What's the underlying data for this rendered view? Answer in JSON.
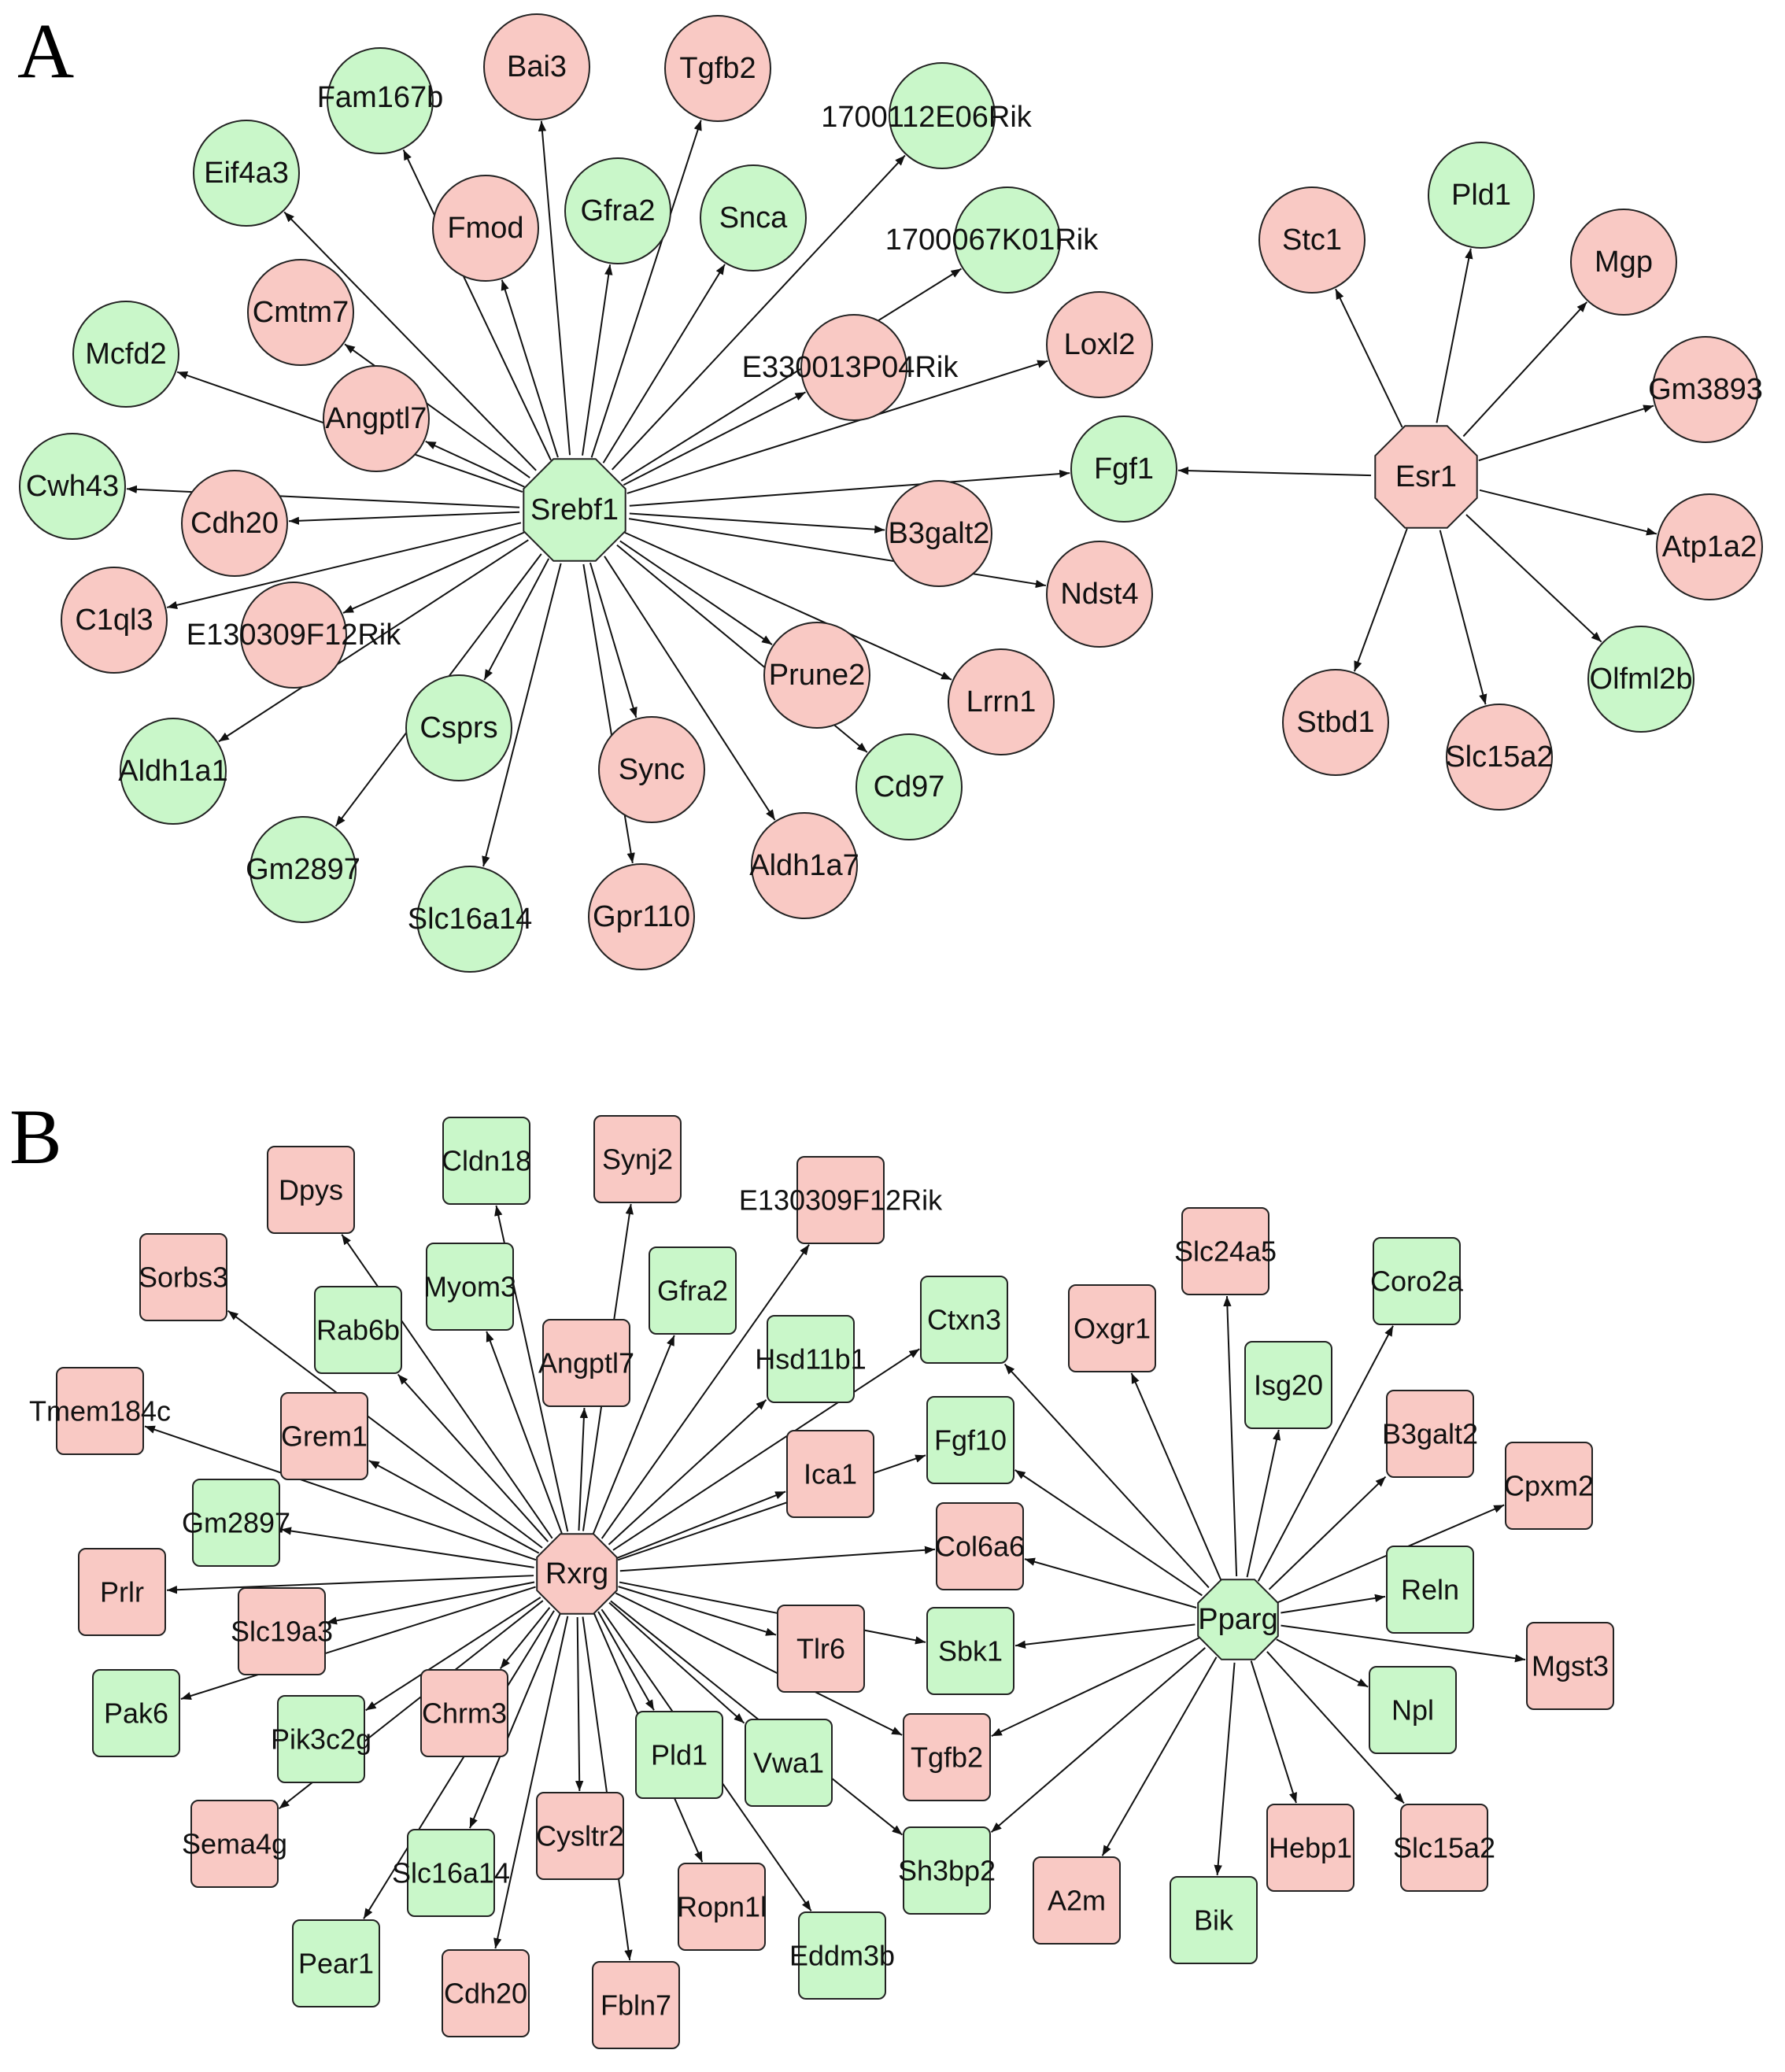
{
  "colors": {
    "up": "#f9c9c4",
    "down": "#c9f7c9",
    "node_stroke": "#222222",
    "edge": "#111111"
  },
  "panels": [
    {
      "label": "A",
      "node_shape": "circle",
      "hubs": [
        {
          "name": "Srebf1",
          "status": "down"
        },
        {
          "name": "Esr1",
          "status": "up"
        }
      ],
      "nodes": [
        {
          "name": "Fam167b",
          "status": "down"
        },
        {
          "name": "Bai3",
          "status": "up"
        },
        {
          "name": "Tgfb2",
          "status": "up"
        },
        {
          "name": "1700112E06Rik",
          "status": "down"
        },
        {
          "name": "Eif4a3",
          "status": "down"
        },
        {
          "name": "Fmod",
          "status": "up"
        },
        {
          "name": "Gfra2",
          "status": "down"
        },
        {
          "name": "Snca",
          "status": "down"
        },
        {
          "name": "1700067K01Rik",
          "status": "down"
        },
        {
          "name": "Cmtm7",
          "status": "up"
        },
        {
          "name": "Mcfd2",
          "status": "down"
        },
        {
          "name": "E330013P04Rik",
          "status": "up"
        },
        {
          "name": "Loxl2",
          "status": "up"
        },
        {
          "name": "Angptl7",
          "status": "up"
        },
        {
          "name": "Cwh43",
          "status": "down"
        },
        {
          "name": "Cdh20",
          "status": "up"
        },
        {
          "name": "Fgf1",
          "status": "down"
        },
        {
          "name": "B3galt2",
          "status": "up"
        },
        {
          "name": "Ndst4",
          "status": "up"
        },
        {
          "name": "C1ql3",
          "status": "up"
        },
        {
          "name": "E130309F12Rik",
          "status": "up"
        },
        {
          "name": "Prune2",
          "status": "up"
        },
        {
          "name": "Lrrn1",
          "status": "up"
        },
        {
          "name": "Csprs",
          "status": "down"
        },
        {
          "name": "Aldh1a1",
          "status": "down"
        },
        {
          "name": "Sync",
          "status": "up"
        },
        {
          "name": "Cd97",
          "status": "down"
        },
        {
          "name": "Gm2897",
          "status": "down"
        },
        {
          "name": "Slc16a14",
          "status": "down"
        },
        {
          "name": "Gpr110",
          "status": "up"
        },
        {
          "name": "Aldh1a7",
          "status": "up"
        },
        {
          "name": "Stc1",
          "status": "up"
        },
        {
          "name": "Pld1",
          "status": "down"
        },
        {
          "name": "Mgp",
          "status": "up"
        },
        {
          "name": "Gm3893",
          "status": "up"
        },
        {
          "name": "Atp1a2",
          "status": "up"
        },
        {
          "name": "Olfml2b",
          "status": "down"
        },
        {
          "name": "Slc15a2",
          "status": "up"
        },
        {
          "name": "Stbd1",
          "status": "up"
        }
      ]
    },
    {
      "label": "B",
      "node_shape": "rounded-square",
      "hubs": [
        {
          "name": "Rxrg",
          "status": "up"
        },
        {
          "name": "Pparg",
          "status": "down"
        }
      ],
      "nodes": [
        {
          "name": "Dpys",
          "status": "up"
        },
        {
          "name": "Cldn18",
          "status": "down"
        },
        {
          "name": "Synj2",
          "status": "up"
        },
        {
          "name": "E130309F12Rik",
          "status": "up"
        },
        {
          "name": "Sorbs3",
          "status": "up"
        },
        {
          "name": "Myom3",
          "status": "down"
        },
        {
          "name": "Gfra2",
          "status": "down"
        },
        {
          "name": "Rab6b",
          "status": "down"
        },
        {
          "name": "Angptl7",
          "status": "up"
        },
        {
          "name": "Hsd11b1",
          "status": "down"
        },
        {
          "name": "Ctxn3",
          "status": "down"
        },
        {
          "name": "Tmem184c",
          "status": "up"
        },
        {
          "name": "Grem1",
          "status": "up"
        },
        {
          "name": "Ica1",
          "status": "up"
        },
        {
          "name": "Fgf10",
          "status": "down"
        },
        {
          "name": "Gm2897",
          "status": "down"
        },
        {
          "name": "Col6a6",
          "status": "up"
        },
        {
          "name": "Prlr",
          "status": "up"
        },
        {
          "name": "Slc19a3",
          "status": "up"
        },
        {
          "name": "Tlr6",
          "status": "up"
        },
        {
          "name": "Sbk1",
          "status": "down"
        },
        {
          "name": "Pak6",
          "status": "down"
        },
        {
          "name": "Pik3c2g",
          "status": "down"
        },
        {
          "name": "Chrm3",
          "status": "up"
        },
        {
          "name": "Pld1",
          "status": "down"
        },
        {
          "name": "Vwa1",
          "status": "down"
        },
        {
          "name": "Tgfb2",
          "status": "up"
        },
        {
          "name": "Sema4g",
          "status": "up"
        },
        {
          "name": "Slc16a14",
          "status": "down"
        },
        {
          "name": "Cysltr2",
          "status": "up"
        },
        {
          "name": "Sh3bp2",
          "status": "down"
        },
        {
          "name": "Ropn1l",
          "status": "up"
        },
        {
          "name": "Pear1",
          "status": "down"
        },
        {
          "name": "Cdh20",
          "status": "up"
        },
        {
          "name": "Fbln7",
          "status": "up"
        },
        {
          "name": "Eddm3b",
          "status": "down"
        },
        {
          "name": "Slc24a5",
          "status": "up"
        },
        {
          "name": "Oxgr1",
          "status": "up"
        },
        {
          "name": "Coro2a",
          "status": "down"
        },
        {
          "name": "Isg20",
          "status": "down"
        },
        {
          "name": "B3galt2",
          "status": "up"
        },
        {
          "name": "Cpxm2",
          "status": "up"
        },
        {
          "name": "Reln",
          "status": "down"
        },
        {
          "name": "Mgst3",
          "status": "up"
        },
        {
          "name": "Npl",
          "status": "down"
        },
        {
          "name": "A2m",
          "status": "up"
        },
        {
          "name": "Bik",
          "status": "down"
        },
        {
          "name": "Hebp1",
          "status": "up"
        },
        {
          "name": "Slc15a2",
          "status": "up"
        }
      ]
    }
  ]
}
